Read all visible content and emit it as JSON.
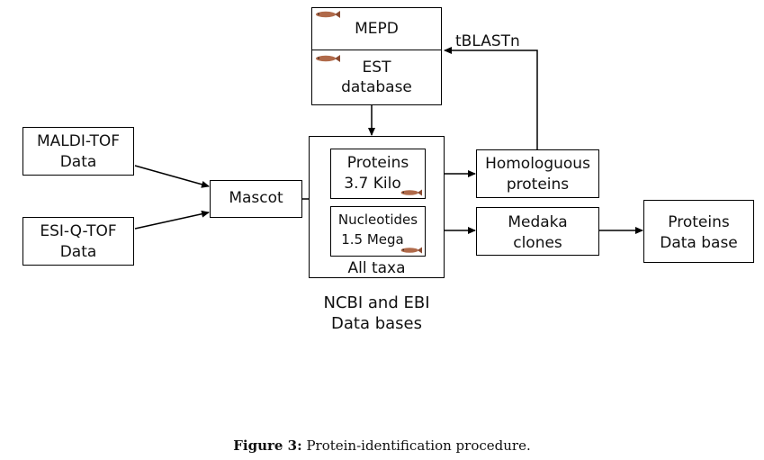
{
  "nodes": {
    "mepd": "MEPD",
    "est_line1": "EST",
    "est_line2": "database",
    "maldi_line1": "MALDI-TOF",
    "maldi_line2": "Data",
    "esi_line1": "ESI-Q-TOF",
    "esi_line2": "Data",
    "mascot": "Mascot",
    "proteins_line1": "Proteins",
    "proteins_line2": "3.7 Kilo",
    "nucleotides_line1": "Nucleotides",
    "nucleotides_line2": "1.5 Mega",
    "all_taxa": "All taxa",
    "ncbi_line1": "NCBI and EBI",
    "ncbi_line2": "Data bases",
    "homologous_line1": "Homologuous",
    "homologous_line2": "proteins",
    "medaka_line1": "Medaka",
    "medaka_line2": "clones",
    "proteins_db_line1": "Proteins",
    "proteins_db_line2": "Data base"
  },
  "edges": {
    "tblastn": "tBLASTn"
  },
  "caption": {
    "label": "Figure 3:",
    "text": "Protein-identification procedure."
  },
  "colors": {
    "line": "#000000",
    "fish_body": "#b06a4a",
    "fish_fin": "#8a4a30"
  },
  "icons": [
    "medaka-fish-icon"
  ]
}
